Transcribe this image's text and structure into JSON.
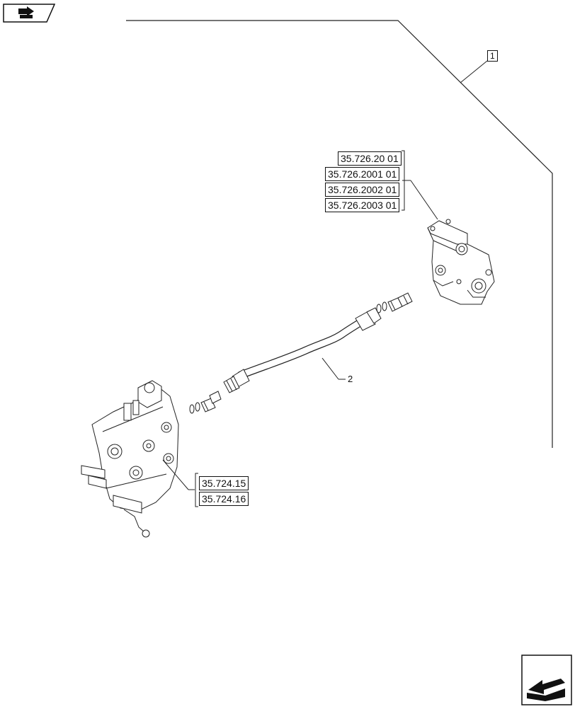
{
  "references": {
    "group_top": [
      "35.726.20 01",
      "35.726.2001 01",
      "35.726.2002 01",
      "35.726.2003 01"
    ],
    "group_bottom": [
      "35.724.15",
      "35.724.16"
    ]
  },
  "callouts": {
    "kit_item": "1",
    "hose_item": "2"
  },
  "icons": {
    "prev": "previous-page-icon",
    "next": "next-page-icon"
  },
  "colors": {
    "line": "#111111",
    "background": "#ffffff"
  }
}
